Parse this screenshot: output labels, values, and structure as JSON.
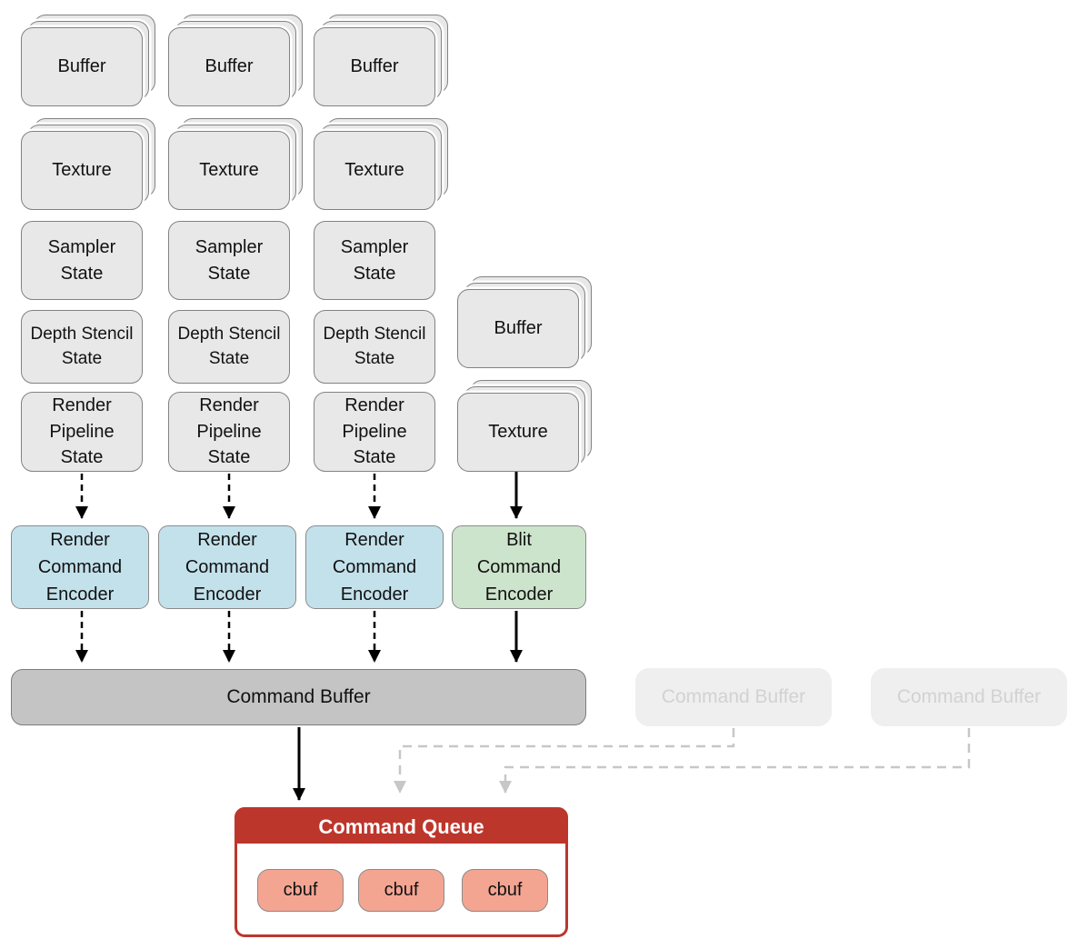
{
  "resources": {
    "buffer_label": "Buffer",
    "texture_label": "Texture",
    "sampler_state_label": "Sampler State",
    "depth_stencil_state_label": "Depth Stencil State",
    "render_pipeline_state_label": "Render Pipeline State"
  },
  "encoders": {
    "render_label": "Render Command Encoder",
    "blit_label": "Blit Command Encoder"
  },
  "command_buffer": {
    "label": "Command Buffer"
  },
  "faded_command_buffers": [
    {
      "label": "Command Buffer"
    },
    {
      "label": "Command Buffer"
    }
  ],
  "command_queue": {
    "title": "Command Queue",
    "cbufs": [
      "cbuf",
      "cbuf",
      "cbuf"
    ]
  },
  "colors": {
    "resource_card_fill": "#e8e8e8",
    "card_border": "#828282",
    "render_encoder_fill": "#c3e1eb",
    "blit_encoder_fill": "#cde4cc",
    "command_buffer_fill": "#c4c4c4",
    "faded_buffer_fill": "#efefef",
    "faded_buffer_text": "#d2d2d2",
    "queue_red": "#bd362c",
    "queue_title_text": "#ffffff",
    "cbuf_fill": "#f4a592",
    "arrow_black": "#000000",
    "arrow_gray": "#c7c7c7"
  }
}
